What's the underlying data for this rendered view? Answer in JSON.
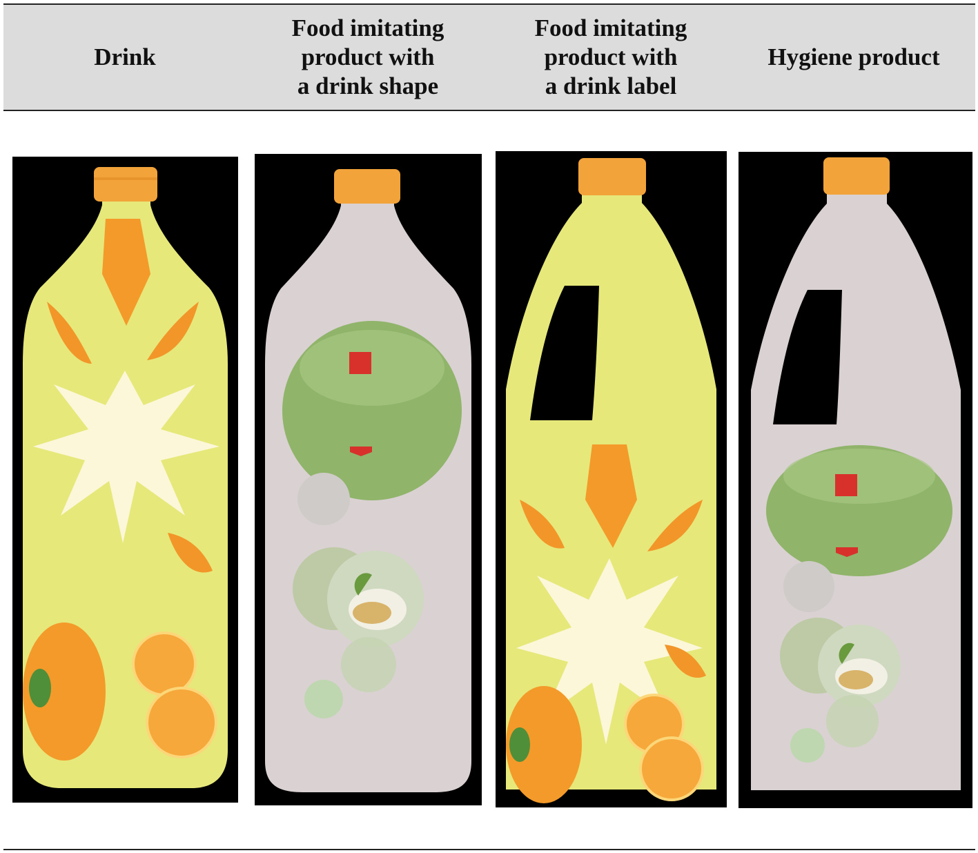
{
  "table": {
    "headers": [
      "Drink",
      "Food imitating\nproduct with\na drink shape",
      "Food imitating\nproduct with\na drink label",
      "Hygiene product"
    ]
  },
  "colors": {
    "drink_label": "#e6e87a",
    "neutral_label": "#d9d1d2",
    "cap": "#f2a33a",
    "background": "#000000",
    "green_panel": "#8fb46a",
    "red_square": "#d8302a"
  },
  "images": [
    {
      "id": "drink-bottle",
      "desc": "drink-bottle-illustration"
    },
    {
      "id": "food-drink-shape-bottle",
      "desc": "food-bottle-drink-shape-illustration"
    },
    {
      "id": "food-drink-label-bottle",
      "desc": "food-bottle-drink-label-illustration"
    },
    {
      "id": "hygiene-bottle",
      "desc": "hygiene-bottle-illustration"
    }
  ]
}
